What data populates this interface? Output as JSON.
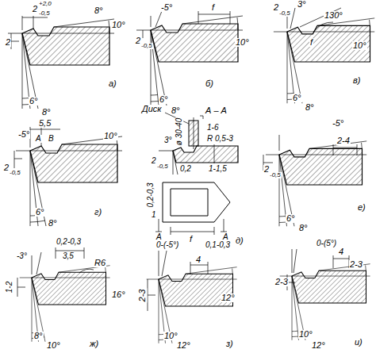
{
  "diagram": {
    "labels": [
      "2",
      "+2,0",
      "-0,5",
      "8°",
      "10°",
      "2",
      "6°",
      "8°",
      "а)",
      "-5°",
      "f",
      "2",
      "-0,5",
      "10°",
      "6°",
      "8°",
      "б)",
      "2",
      "-0,5",
      "3°",
      "130°",
      "f",
      "10°",
      "6°",
      "8°",
      "в)",
      "5,5",
      "-5°",
      "А",
      "В",
      "2",
      "-0,5",
      "10°",
      "6°",
      "8°",
      "г)",
      "Диск",
      "А – А",
      "ø 30-40",
      "1-6",
      "R 0,5-3",
      "3°",
      "2",
      "-0,5",
      "0,2",
      "1-1,5",
      "0,2-0,3",
      "1",
      "f",
      "А",
      "А",
      "д)",
      "-5°",
      "2-4",
      "2",
      "-0,5",
      "6°",
      "8°",
      "е)",
      "0,2-0,3",
      "3,5",
      "R6",
      "-3°",
      "1-2",
      "16°",
      "8°",
      "10°",
      "ж)",
      "0-(-5°)",
      "0,1-0,3",
      "4",
      "2-3",
      "12°",
      "10°",
      "12°",
      "з)",
      "0-(5°)",
      "4",
      "2-3",
      "2-3",
      "10°",
      "12°",
      "и)"
    ]
  }
}
